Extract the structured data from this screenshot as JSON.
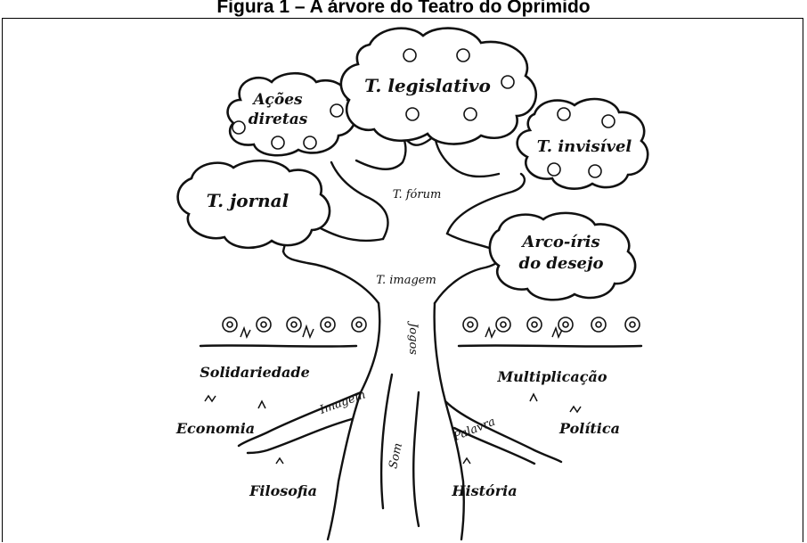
{
  "title": "Figura 1 – A árvore do Teatro do Oprimido",
  "clouds": {
    "acoes_line1": "Ações",
    "acoes_line2": "diretas",
    "legislativo": "T. legislativo",
    "invisivel": "T. invisível",
    "jornal": "T. jornal",
    "arco_line1": "Arco-íris",
    "arco_line2": "do desejo"
  },
  "trunk": {
    "forum": "T. fórum",
    "imagem": "T. imagem",
    "jogos": "Jogos"
  },
  "roots": {
    "imagem": "Imagem",
    "som": "Som",
    "palavra": "Palavra"
  },
  "ground": {
    "solidariedade": "Solidariedade",
    "multiplicacao": "Multiplicação",
    "economia": "Economia",
    "politica": "Política",
    "filosofia": "Filosofia",
    "historia": "História"
  }
}
